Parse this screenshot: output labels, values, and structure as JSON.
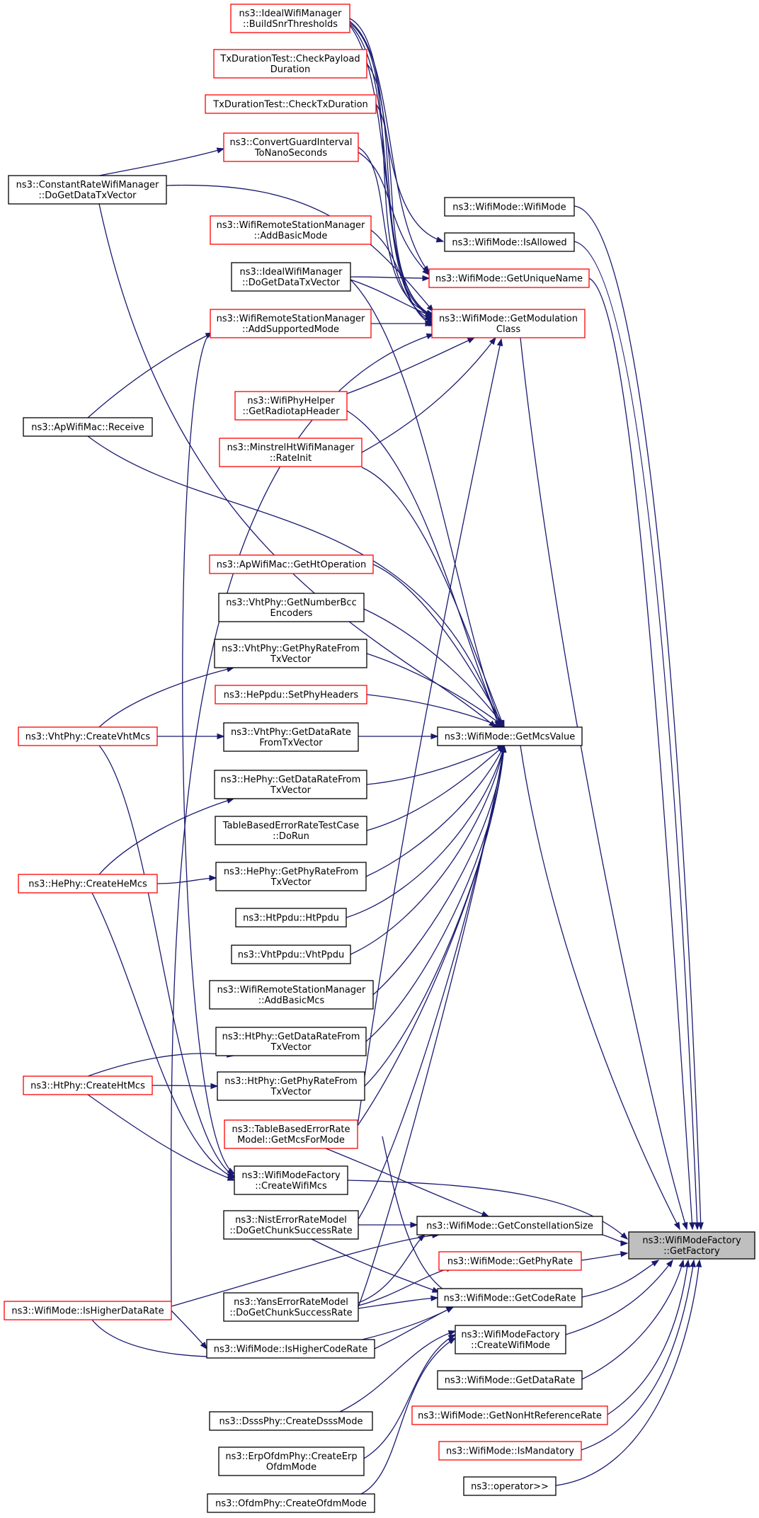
{
  "graph": {
    "nodes": [
      {
        "id": "root",
        "lines": [
          "ns3::WifiModeFactory",
          "::GetFactory"
        ],
        "style": "root"
      },
      {
        "id": "wifimode",
        "lines": [
          "ns3::WifiMode::WifiMode"
        ],
        "style": "black"
      },
      {
        "id": "isallowed",
        "lines": [
          "ns3::WifiMode::IsAllowed"
        ],
        "style": "black"
      },
      {
        "id": "getuniquename",
        "lines": [
          "ns3::WifiMode::GetUniqueName"
        ],
        "style": "red"
      },
      {
        "id": "getmodclass",
        "lines": [
          "ns3::WifiMode::GetModulation",
          "Class"
        ],
        "style": "red"
      },
      {
        "id": "getmcsvalue",
        "lines": [
          "ns3::WifiMode::GetMcsValue"
        ],
        "style": "black"
      },
      {
        "id": "getconst",
        "lines": [
          "ns3::WifiMode::GetConstellationSize"
        ],
        "style": "black"
      },
      {
        "id": "getphyrate",
        "lines": [
          "ns3::WifiMode::GetPhyRate"
        ],
        "style": "red"
      },
      {
        "id": "getcoderate",
        "lines": [
          "ns3::WifiMode::GetCodeRate"
        ],
        "style": "black"
      },
      {
        "id": "createwifimode",
        "lines": [
          "ns3::WifiModeFactory",
          "::CreateWifiMode"
        ],
        "style": "black"
      },
      {
        "id": "getdatarate",
        "lines": [
          "ns3::WifiMode::GetDataRate"
        ],
        "style": "black"
      },
      {
        "id": "getnonht",
        "lines": [
          "ns3::WifiMode::GetNonHtReferenceRate"
        ],
        "style": "red"
      },
      {
        "id": "ismandatory",
        "lines": [
          "ns3::WifiMode::IsMandatory"
        ],
        "style": "red"
      },
      {
        "id": "operator",
        "lines": [
          "ns3::operator>>"
        ],
        "style": "black"
      },
      {
        "id": "buildsnr",
        "lines": [
          "ns3::IdealWifiManager",
          "::BuildSnrThresholds"
        ],
        "style": "red"
      },
      {
        "id": "checkpayload",
        "lines": [
          "TxDurationTest::CheckPayload",
          "Duration"
        ],
        "style": "red"
      },
      {
        "id": "checktxdur",
        "lines": [
          "TxDurationTest::CheckTxDuration"
        ],
        "style": "red"
      },
      {
        "id": "convertgi",
        "lines": [
          "ns3::ConvertGuardInterval",
          "ToNanoSeconds"
        ],
        "style": "red"
      },
      {
        "id": "constrate",
        "lines": [
          "ns3::ConstantRateWifiManager",
          "::DoGetDataTxVector"
        ],
        "style": "black"
      },
      {
        "id": "addbasicmode",
        "lines": [
          "ns3::WifiRemoteStationManager",
          "::AddBasicMode"
        ],
        "style": "red"
      },
      {
        "id": "idealdoget",
        "lines": [
          "ns3::IdealWifiManager",
          "::DoGetDataTxVector"
        ],
        "style": "black"
      },
      {
        "id": "addsupported",
        "lines": [
          "ns3::WifiRemoteStationManager",
          "::AddSupportedMode"
        ],
        "style": "red"
      },
      {
        "id": "apreceive",
        "lines": [
          "ns3::ApWifiMac::Receive"
        ],
        "style": "black"
      },
      {
        "id": "radiotap",
        "lines": [
          "ns3::WifiPhyHelper",
          "::GetRadiotapHeader"
        ],
        "style": "red"
      },
      {
        "id": "minstrel",
        "lines": [
          "ns3::MinstrelHtWifiManager",
          "::RateInit"
        ],
        "style": "red"
      },
      {
        "id": "gethtop",
        "lines": [
          "ns3::ApWifiMac::GetHtOperation"
        ],
        "style": "red"
      },
      {
        "id": "vhtnumbcc",
        "lines": [
          "ns3::VhtPhy::GetNumberBcc",
          "Encoders"
        ],
        "style": "black"
      },
      {
        "id": "vhtphyrate",
        "lines": [
          "ns3::VhtPhy::GetPhyRateFrom",
          "TxVector"
        ],
        "style": "black"
      },
      {
        "id": "heppdu",
        "lines": [
          "ns3::HePpdu::SetPhyHeaders"
        ],
        "style": "red"
      },
      {
        "id": "vhtcreate",
        "lines": [
          "ns3::VhtPhy::CreateVhtMcs"
        ],
        "style": "red"
      },
      {
        "id": "vhtdatarate",
        "lines": [
          "ns3::VhtPhy::GetDataRate",
          "FromTxVector"
        ],
        "style": "black"
      },
      {
        "id": "hedatarate",
        "lines": [
          "ns3::HePhy::GetDataRateFrom",
          "TxVector"
        ],
        "style": "black"
      },
      {
        "id": "tabletest",
        "lines": [
          "TableBasedErrorRateTestCase",
          "::DoRun"
        ],
        "style": "black"
      },
      {
        "id": "hecreate",
        "lines": [
          "ns3::HePhy::CreateHeMcs"
        ],
        "style": "red"
      },
      {
        "id": "hephyrate",
        "lines": [
          "ns3::HePhy::GetPhyRateFrom",
          "TxVector"
        ],
        "style": "black"
      },
      {
        "id": "htppdu",
        "lines": [
          "ns3::HtPpdu::HtPpdu"
        ],
        "style": "black"
      },
      {
        "id": "vhtppdu",
        "lines": [
          "ns3::VhtPpdu::VhtPpdu"
        ],
        "style": "black"
      },
      {
        "id": "addbasicmcs",
        "lines": [
          "ns3::WifiRemoteStationManager",
          "::AddBasicMcs"
        ],
        "style": "black"
      },
      {
        "id": "htdatarate",
        "lines": [
          "ns3::HtPhy::GetDataRateFrom",
          "TxVector"
        ],
        "style": "black"
      },
      {
        "id": "htcreate",
        "lines": [
          "ns3::HtPhy::CreateHtMcs"
        ],
        "style": "red"
      },
      {
        "id": "htphyrate",
        "lines": [
          "ns3::HtPhy::GetPhyRateFrom",
          "TxVector"
        ],
        "style": "black"
      },
      {
        "id": "tablebased",
        "lines": [
          "ns3::TableBasedErrorRate",
          "Model::GetMcsForMode"
        ],
        "style": "red"
      },
      {
        "id": "createwifimcs",
        "lines": [
          "ns3::WifiModeFactory",
          "::CreateWifiMcs"
        ],
        "style": "black"
      },
      {
        "id": "nist",
        "lines": [
          "ns3::NistErrorRateModel",
          "::DoGetChunkSuccessRate"
        ],
        "style": "black"
      },
      {
        "id": "ishigherdata",
        "lines": [
          "ns3::WifiMode::IsHigherDataRate"
        ],
        "style": "red"
      },
      {
        "id": "yans",
        "lines": [
          "ns3::YansErrorRateModel",
          "::DoGetChunkSuccessRate"
        ],
        "style": "black"
      },
      {
        "id": "ishighercode",
        "lines": [
          "ns3::WifiMode::IsHigherCodeRate"
        ],
        "style": "black"
      },
      {
        "id": "dsss",
        "lines": [
          "ns3::DsssPhy::CreateDsssMode"
        ],
        "style": "black"
      },
      {
        "id": "erpofdm",
        "lines": [
          "ns3::ErpOfdmPhy::CreateErp",
          "OfdmMode"
        ],
        "style": "black"
      },
      {
        "id": "ofdm",
        "lines": [
          "ns3::OfdmPhy::CreateOfdmMode"
        ],
        "style": "black"
      }
    ]
  }
}
